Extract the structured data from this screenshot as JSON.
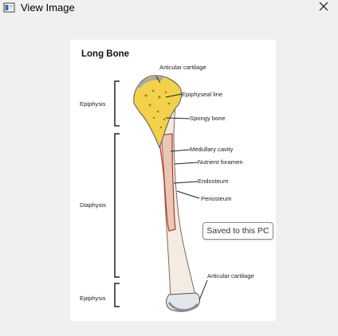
{
  "window": {
    "title": "View Image"
  },
  "image": {
    "title": "Long Bone",
    "labels": {
      "articular_cartilage_top": "Articular cartilage",
      "epiphyseal_line": "Epiphyseal line",
      "spongy_bone": "Spongy bone",
      "medullary_cavity": "Medullary  cavity",
      "nutrient_foramen": "Nutrient foramen",
      "endosteum": "Endosteum",
      "periosteum": "Periosteum",
      "articular_cartilage_bottom": "Articular cartilage",
      "epiphysis_top": "Epiphysis",
      "diaphysis": "Diaphysis",
      "epiphysis_bottom": "Epiphysis"
    }
  },
  "toast": {
    "text": "Saved to this PC"
  },
  "icons": {
    "app": "image-viewer-icon",
    "close": "close-icon"
  }
}
